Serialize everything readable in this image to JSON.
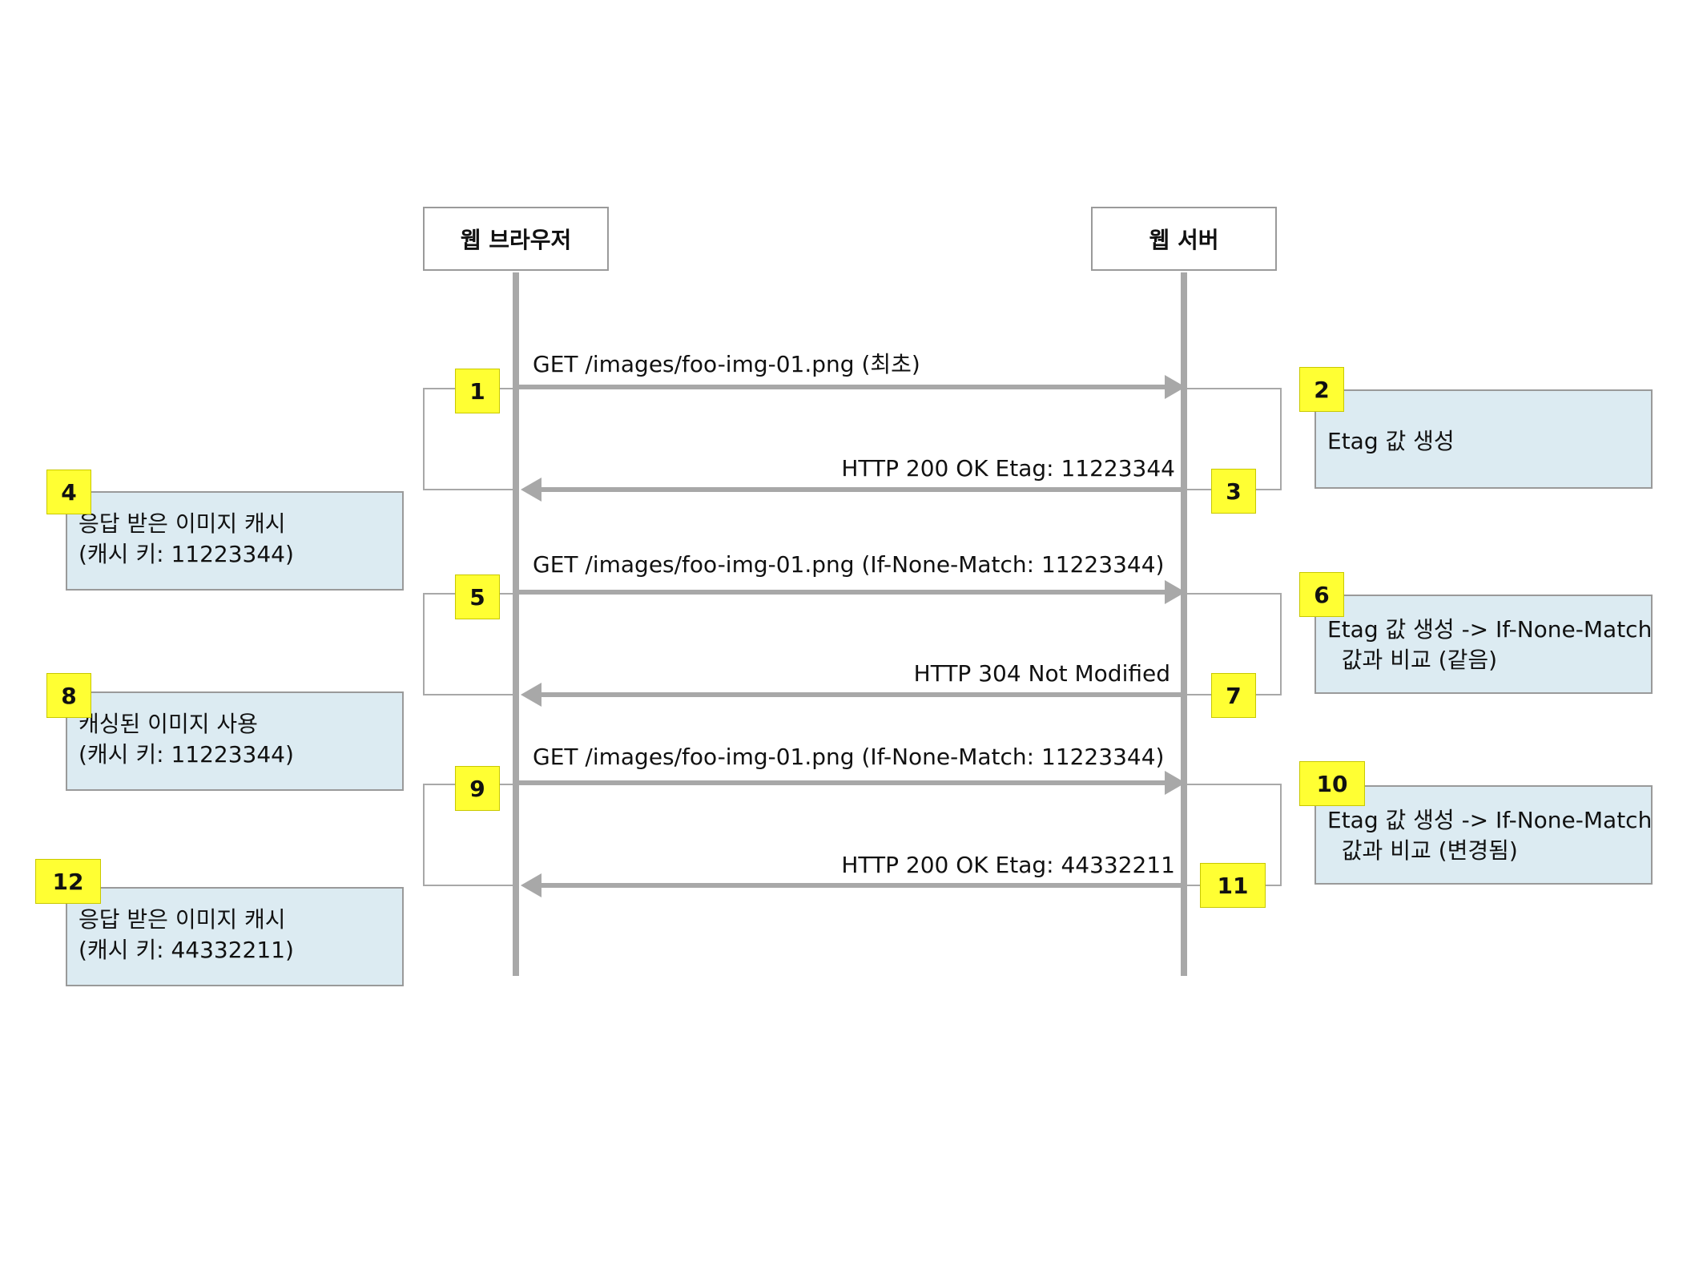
{
  "actors": {
    "browser": "웹 브라우저",
    "server": "웹 서버"
  },
  "messages": [
    "GET /images/foo-img-01.png (최초)",
    "HTTP 200 OK Etag: 11223344",
    "GET /images/foo-img-01.png (If-None-Match: 11223344)",
    "HTTP 304 Not Modified",
    "GET /images/foo-img-01.png (If-None-Match: 11223344)",
    "HTTP 200 OK Etag: 44332211"
  ],
  "notes": {
    "n2": [
      "Etag 값 생성"
    ],
    "n4": [
      "응답 받은 이미지 캐시",
      "(캐시 키: 11223344)"
    ],
    "n6": [
      "Etag 값 생성 -> If-None-Match",
      "  값과 비교 (같음)"
    ],
    "n8": [
      "캐싱된 이미지 사용",
      "(캐시 키: 11223344)"
    ],
    "n10": [
      "Etag 값 생성 -> If-None-Match",
      "  값과 비교 (변경됨)"
    ],
    "n12": [
      "응답 받은 이미지 캐시",
      "(캐시 키: 44332211)"
    ]
  },
  "badges": [
    "1",
    "2",
    "3",
    "4",
    "5",
    "6",
    "7",
    "8",
    "9",
    "10",
    "11",
    "12"
  ],
  "colors": {
    "badge": "#ffff33",
    "note": "#dcebf2",
    "line": "#a8a8a8"
  }
}
